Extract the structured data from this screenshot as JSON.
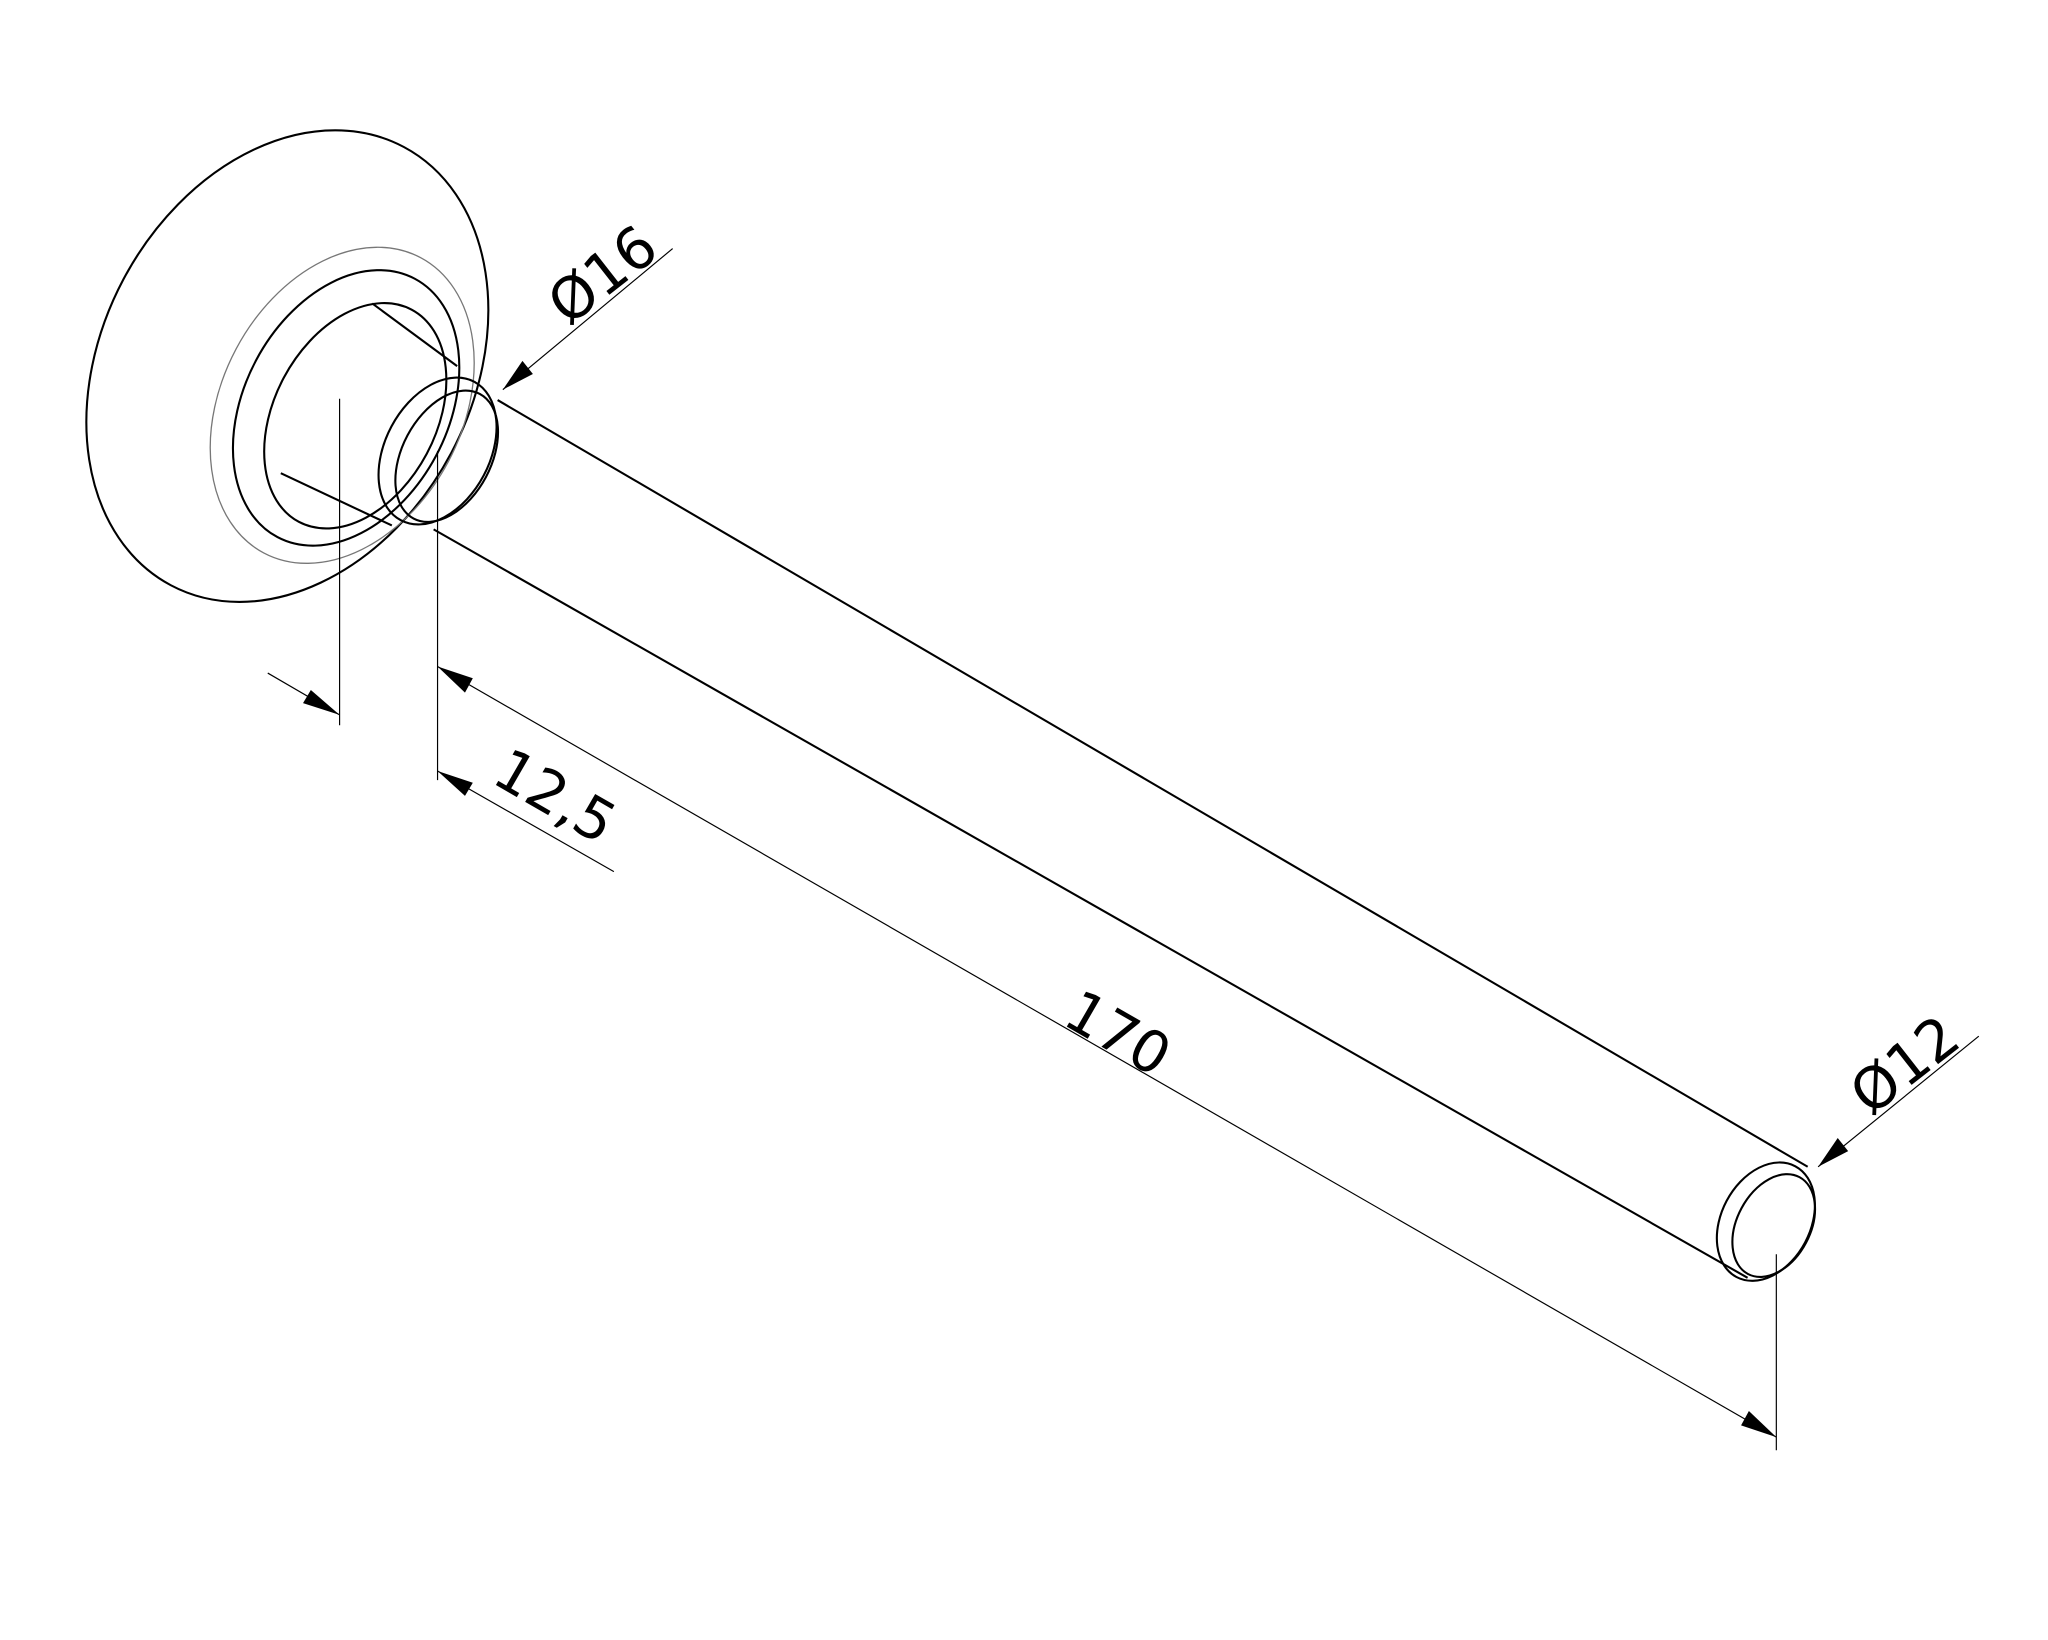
{
  "drawing": {
    "dimensions": {
      "collar_diameter": "Ø16",
      "shaft_diameter": "Ø12",
      "collar_length": "12,5",
      "shaft_length": "170"
    },
    "line_color": "#000000",
    "background": "#ffffff"
  }
}
